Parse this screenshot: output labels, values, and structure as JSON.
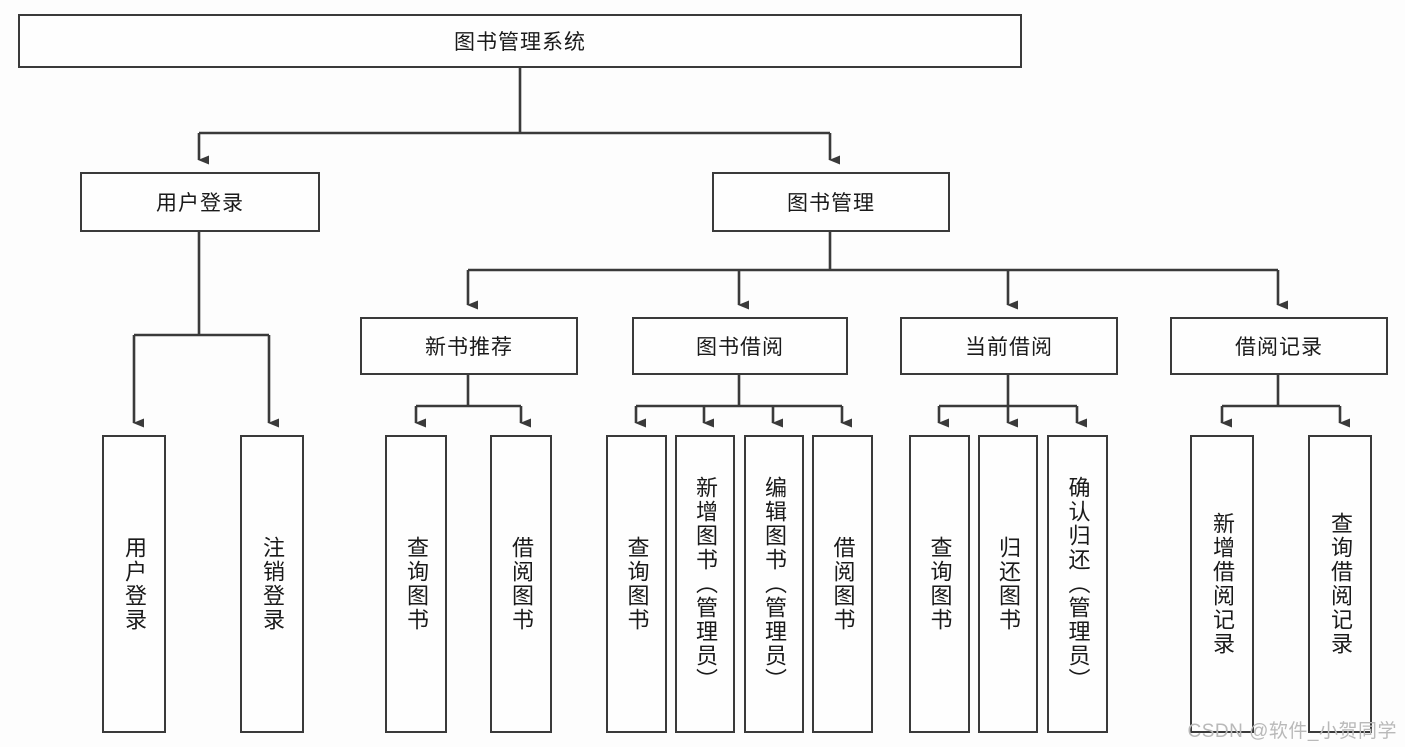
{
  "diagram": {
    "title": "图书管理系统",
    "type": "tree-hierarchy",
    "watermark": "CSDN @软件_小贺同学",
    "colors": {
      "stroke": "#3a3a3a",
      "box_fill": "#fefefe",
      "text": "#1a1a1a",
      "background": "#fdfdfd",
      "watermark": "#b9b9b9"
    },
    "root": {
      "label": "图书管理系统"
    },
    "level2": [
      {
        "label": "用户登录"
      },
      {
        "label": "图书管理"
      }
    ],
    "level3": [
      {
        "label": "新书推荐"
      },
      {
        "label": "图书借阅"
      },
      {
        "label": "当前借阅"
      },
      {
        "label": "借阅记录"
      }
    ],
    "leaves": {
      "user_login": [
        {
          "label": "用户登录"
        },
        {
          "label": "注销登录"
        }
      ],
      "new_book_recommend": [
        {
          "label": "查询图书"
        },
        {
          "label": "借阅图书"
        }
      ],
      "book_borrow": [
        {
          "label": "查询图书"
        },
        {
          "label": "新增图书（管理员）"
        },
        {
          "label": "编辑图书（管理员）"
        },
        {
          "label": "借阅图书"
        }
      ],
      "current_borrow": [
        {
          "label": "查询图书"
        },
        {
          "label": "归还图书"
        },
        {
          "label": "确认归还（管理员）"
        }
      ],
      "borrow_record": [
        {
          "label": "新增借阅记录"
        },
        {
          "label": "查询借阅记录"
        }
      ]
    }
  }
}
